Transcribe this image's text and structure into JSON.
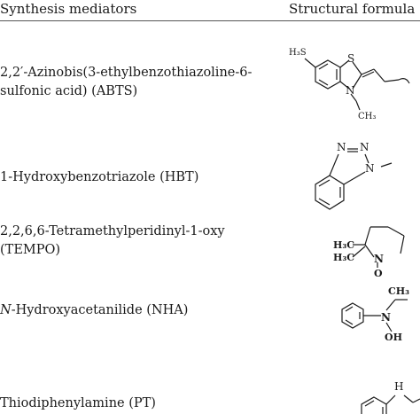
{
  "header": {
    "col1": "Synthesis mediators",
    "col2": "Structural formula"
  },
  "rows": [
    {
      "name_line1": "2,2′-Azinobis(3-ethylbenzothiazoline-6-",
      "name_line2": "sulfonic acid) (ABTS)",
      "atoms": [
        "H₃S",
        "S",
        "N",
        "CH₃"
      ]
    },
    {
      "name_line1": "1-Hydroxybenzotriazole (HBT)",
      "atoms": [
        "N",
        "N",
        "N"
      ]
    },
    {
      "name_line1": "2,2,6,6-Tetramethylperidinyl-1-oxy",
      "name_line2": "(TEMPO)",
      "atoms": [
        "H₃C",
        "H₃C",
        "N",
        "O"
      ]
    },
    {
      "name_prefix": "N",
      "name_line1": "-Hydroxyacetanilide (NHA)",
      "atoms": [
        "CH₃",
        "N",
        "OH"
      ]
    },
    {
      "name_line1": "Thiodiphenylamine (PT)",
      "atoms": [
        "H"
      ]
    }
  ]
}
